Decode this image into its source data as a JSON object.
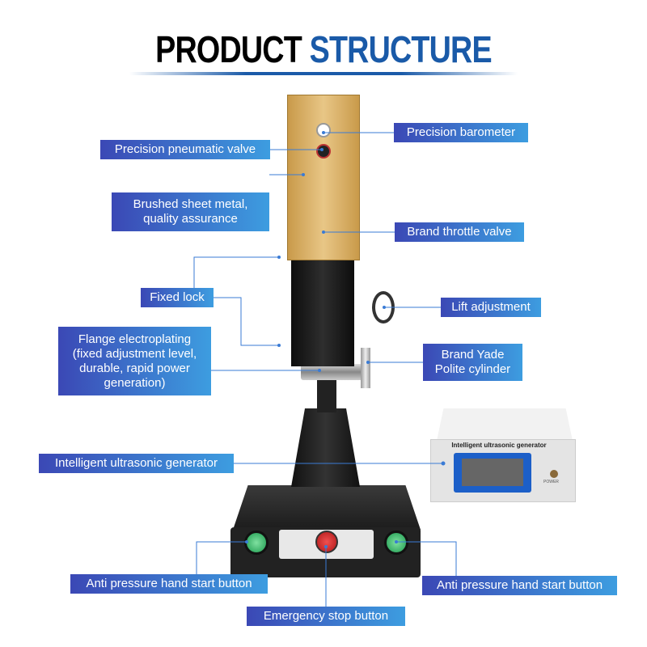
{
  "title": {
    "part1": "PRODUCT",
    "part2": "STRUCTURE"
  },
  "labels": {
    "barometer": "Precision barometer",
    "pneumatic_valve": "Precision pneumatic valve",
    "sheet_metal": "Brushed sheet metal, quality assurance",
    "throttle_valve": "Brand throttle valve",
    "fixed_lock": "Fixed lock",
    "lift_adjustment": "Lift adjustment",
    "flange": "Flange electroplating (fixed adjustment level, durable, rapid power generation)",
    "cylinder": "Brand Yade Polite cylinder",
    "generator": "Intelligent ultrasonic generator",
    "start_left": "Anti pressure hand start button",
    "start_right": "Anti pressure hand start button",
    "emergency_stop": "Emergency stop button"
  },
  "generator_panel": {
    "title": "Intelligent ultrasonic generator",
    "power": "POWER"
  },
  "colors": {
    "accent": "#1a5aa8",
    "label_start": "#3b48b5",
    "label_end": "#3d9de0"
  }
}
